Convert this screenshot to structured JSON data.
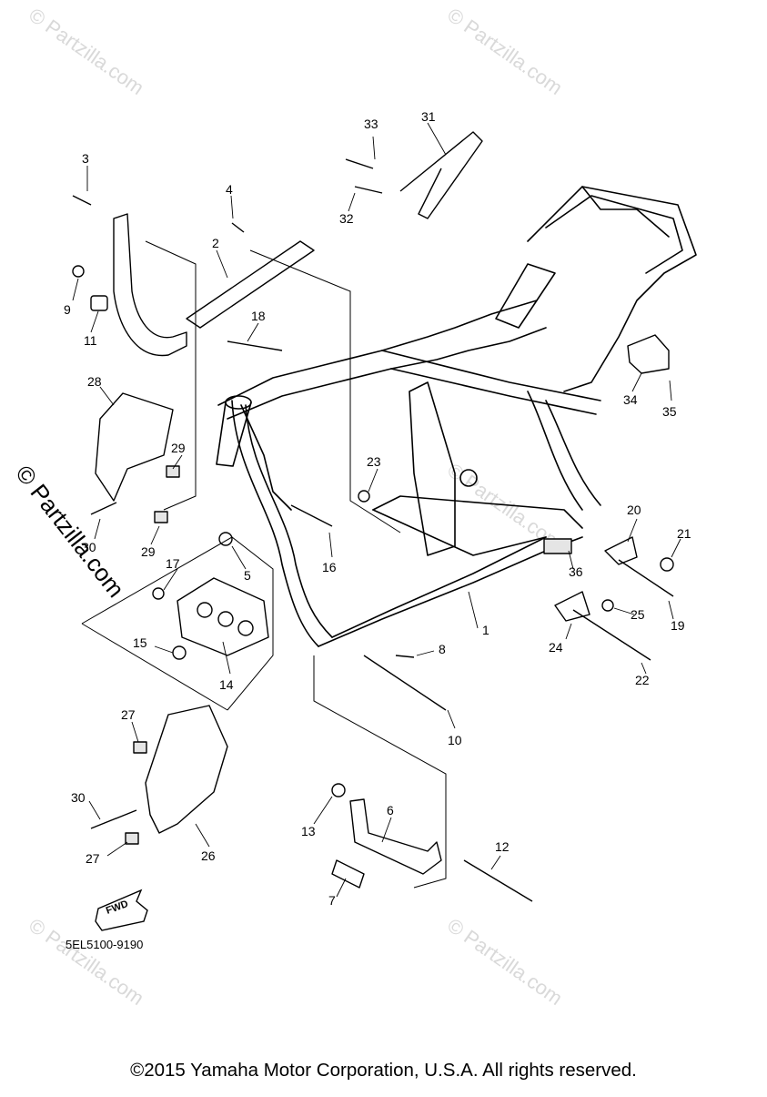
{
  "diagram": {
    "drawing_code": "5EL5100-9190",
    "fwd_label": "FWD",
    "copyright": "©2015 Yamaha Motor Corporation, U.S.A. All rights reserved.",
    "watermarks": {
      "side": "© Partzilla.com",
      "tile": "© Partzilla.com"
    },
    "callouts": {
      "c1": "1",
      "c2": "2",
      "c3": "3",
      "c4": "4",
      "c5": "5",
      "c6": "6",
      "c7": "7",
      "c8": "8",
      "c9": "9",
      "c10": "10",
      "c11": "11",
      "c12": "12",
      "c13": "13",
      "c14": "14",
      "c15": "15",
      "c16": "16",
      "c17": "17",
      "c18": "18",
      "c19": "19",
      "c20": "20",
      "c21": "21",
      "c22": "22",
      "c23": "23",
      "c24": "24",
      "c25": "25",
      "c26": "26",
      "c27a": "27",
      "c27b": "27",
      "c28": "28",
      "c29a": "29",
      "c29b": "29",
      "c30a": "30",
      "c30b": "30",
      "c31": "31",
      "c32": "32",
      "c33": "33",
      "c34": "34",
      "c35": "35",
      "c36": "36"
    }
  }
}
